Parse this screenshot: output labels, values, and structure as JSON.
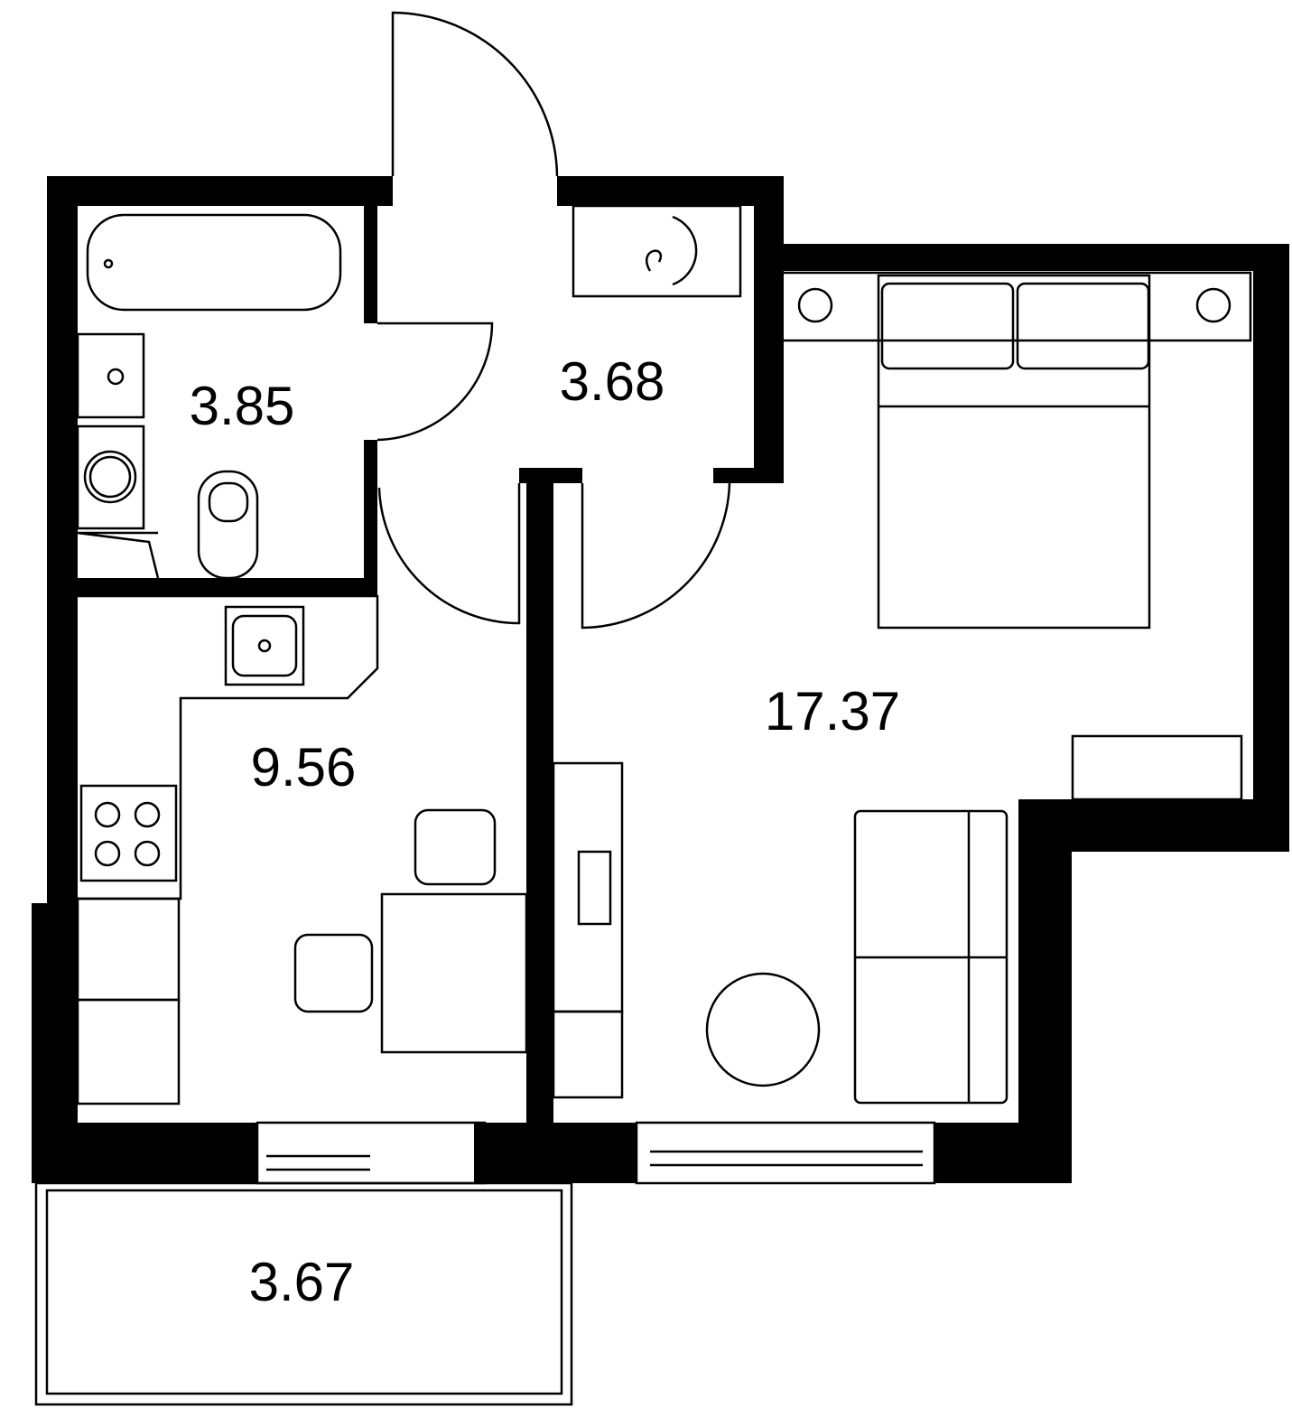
{
  "plan": {
    "rooms": [
      {
        "id": "bathroom",
        "area": "3.85"
      },
      {
        "id": "hallway",
        "area": "3.68"
      },
      {
        "id": "room",
        "area": "17.37"
      },
      {
        "id": "kitchen",
        "area": "9.56"
      },
      {
        "id": "balcony",
        "area": "3.67"
      }
    ]
  },
  "colors": {
    "wall": "#000000",
    "background": "#ffffff"
  }
}
